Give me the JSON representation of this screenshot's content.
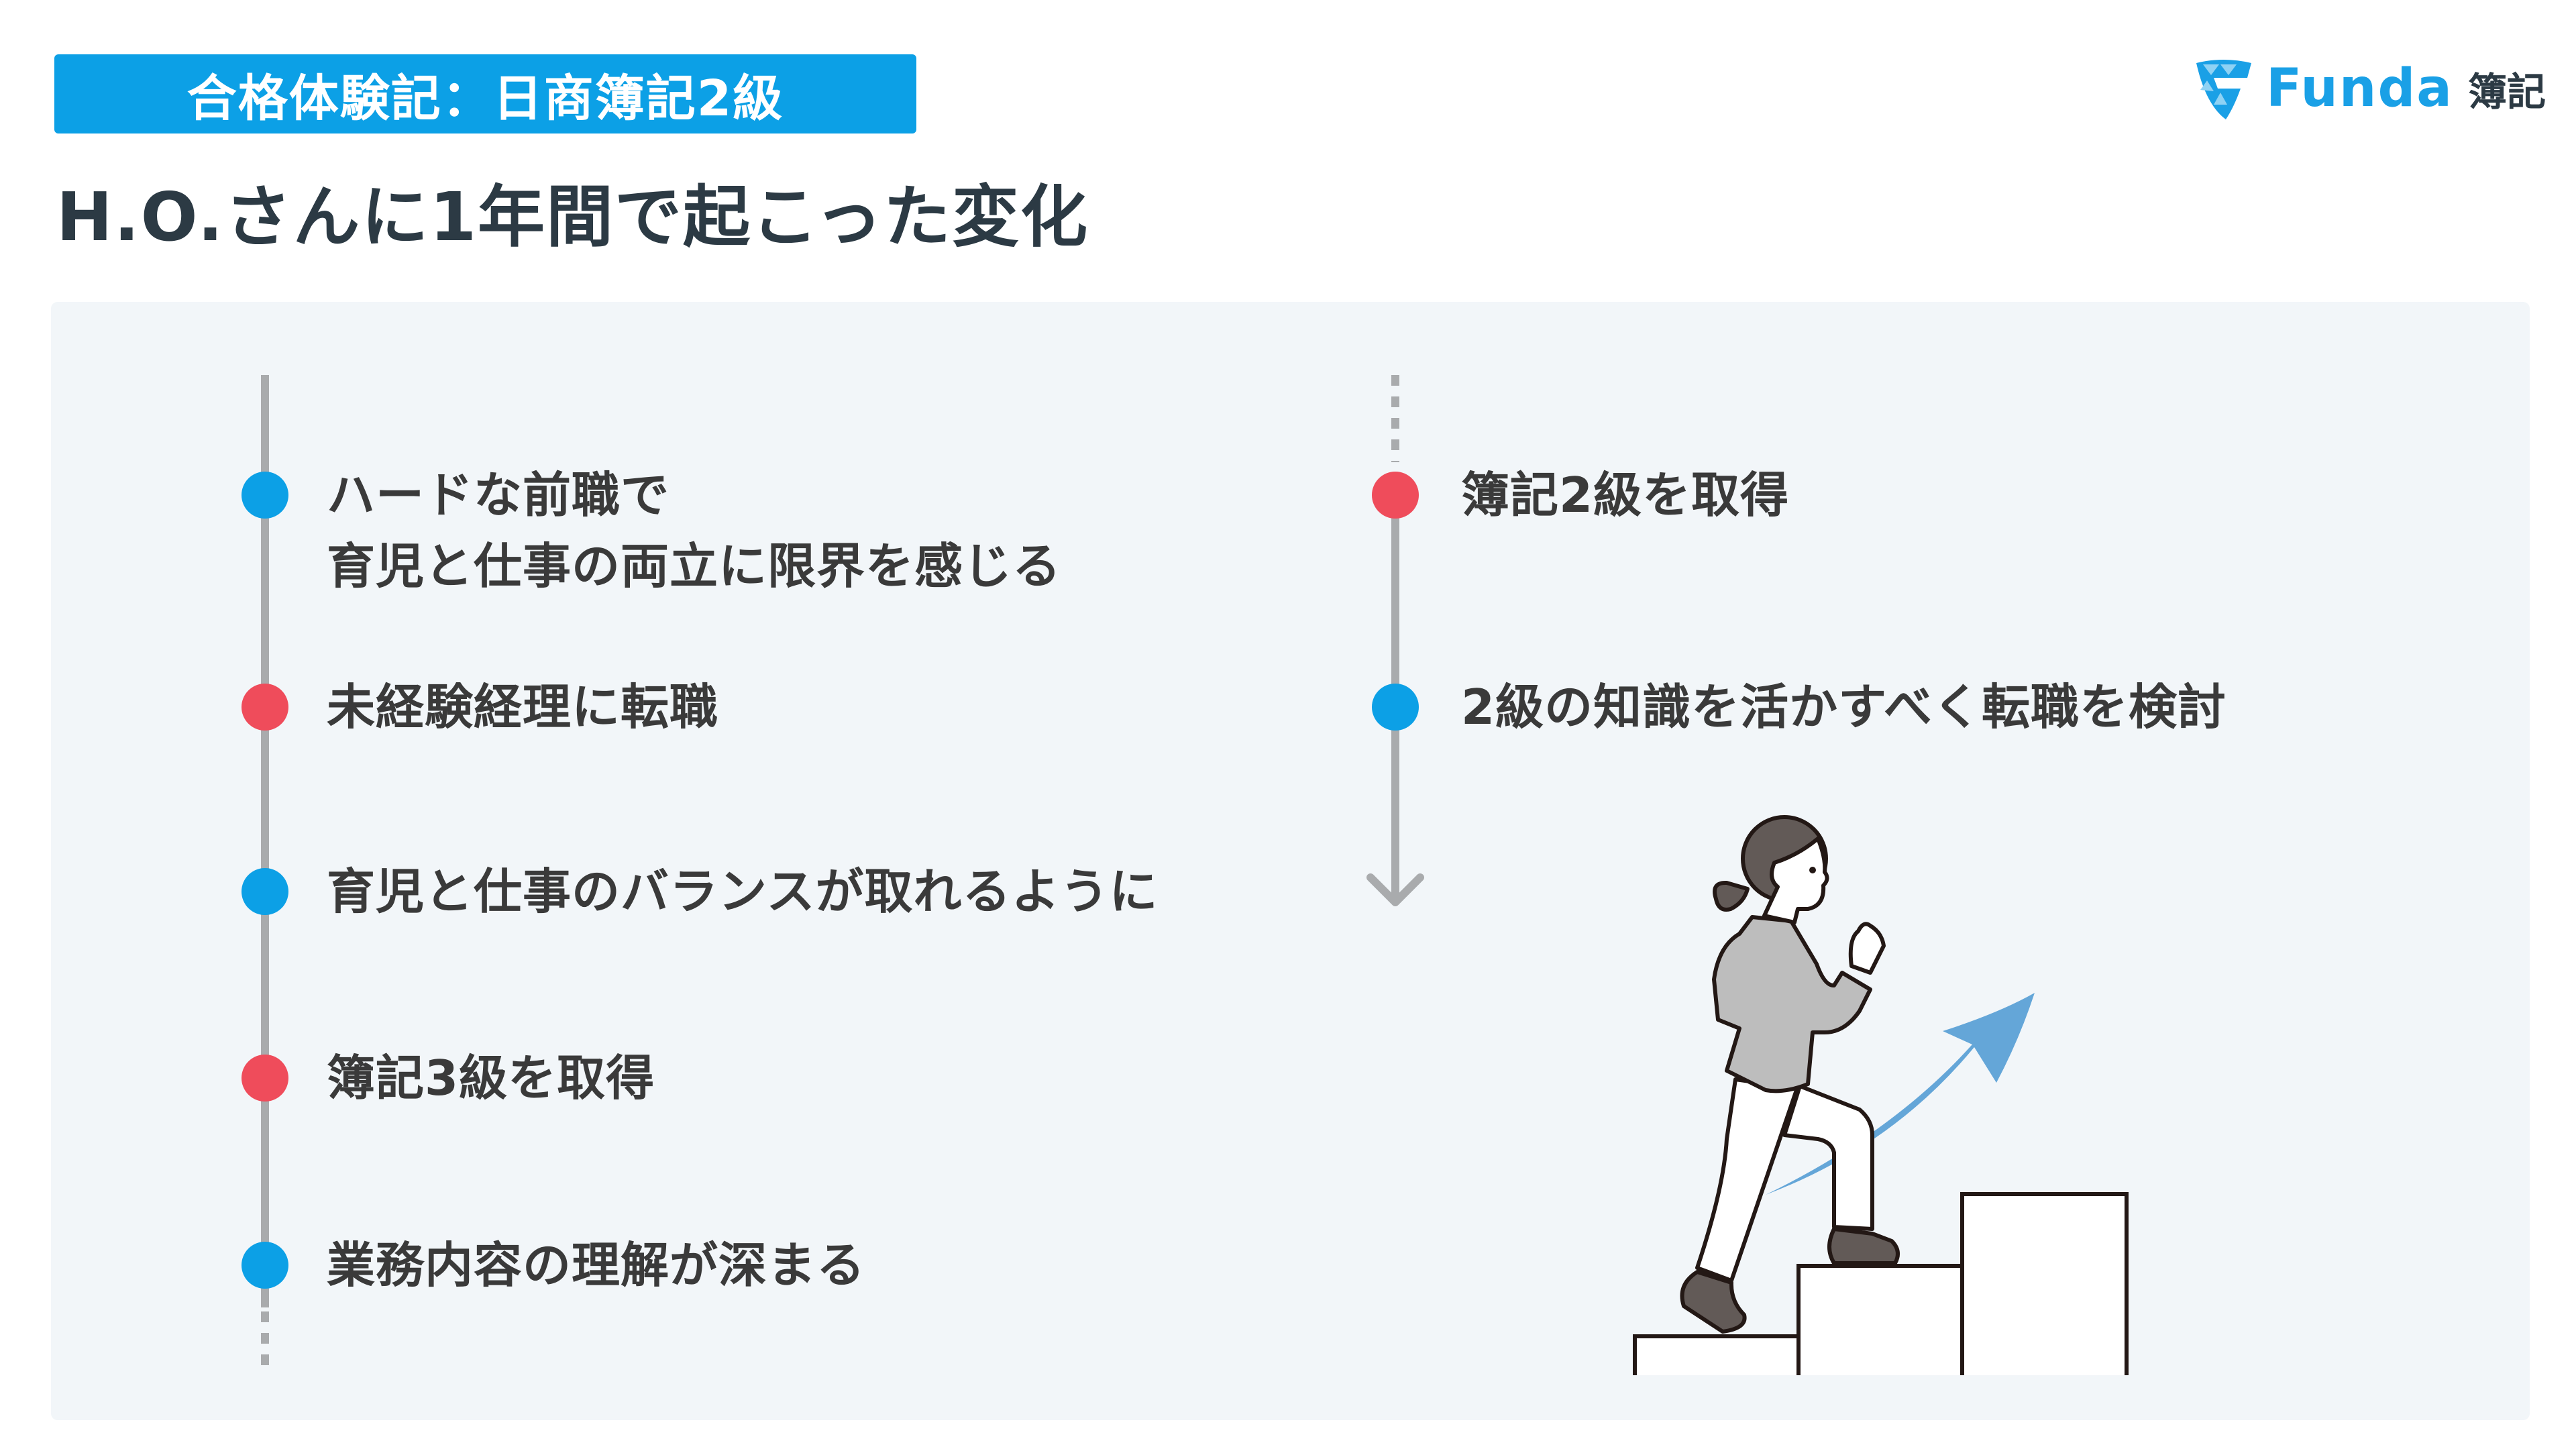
{
  "header": {
    "tag_label": "合格体験記：日商簿記2級",
    "title": "H.O.さんに1年間で起こった変化"
  },
  "logo": {
    "brand": "Funda",
    "suffix": "簿記"
  },
  "timeline": {
    "left": [
      {
        "text_lines": [
          "ハードな前職で",
          "育児と仕事の両立に限界を感じる"
        ],
        "color": "blue"
      },
      {
        "text_lines": [
          "未経験経理に転職"
        ],
        "color": "red"
      },
      {
        "text_lines": [
          "育児と仕事のバランスが取れるように"
        ],
        "color": "blue"
      },
      {
        "text_lines": [
          "簿記3級を取得"
        ],
        "color": "red"
      },
      {
        "text_lines": [
          "業務内容の理解が深まる"
        ],
        "color": "blue"
      }
    ],
    "right": [
      {
        "text_lines": [
          "簿記2級を取得"
        ],
        "color": "red"
      },
      {
        "text_lines": [
          "2級の知識を活かすべく転職を検討"
        ],
        "color": "blue"
      }
    ]
  },
  "colors": {
    "blue": "#0ca0e6",
    "red": "#ef4c5b",
    "panel": "#f2f6f9",
    "arrow": "#64a6d8"
  }
}
